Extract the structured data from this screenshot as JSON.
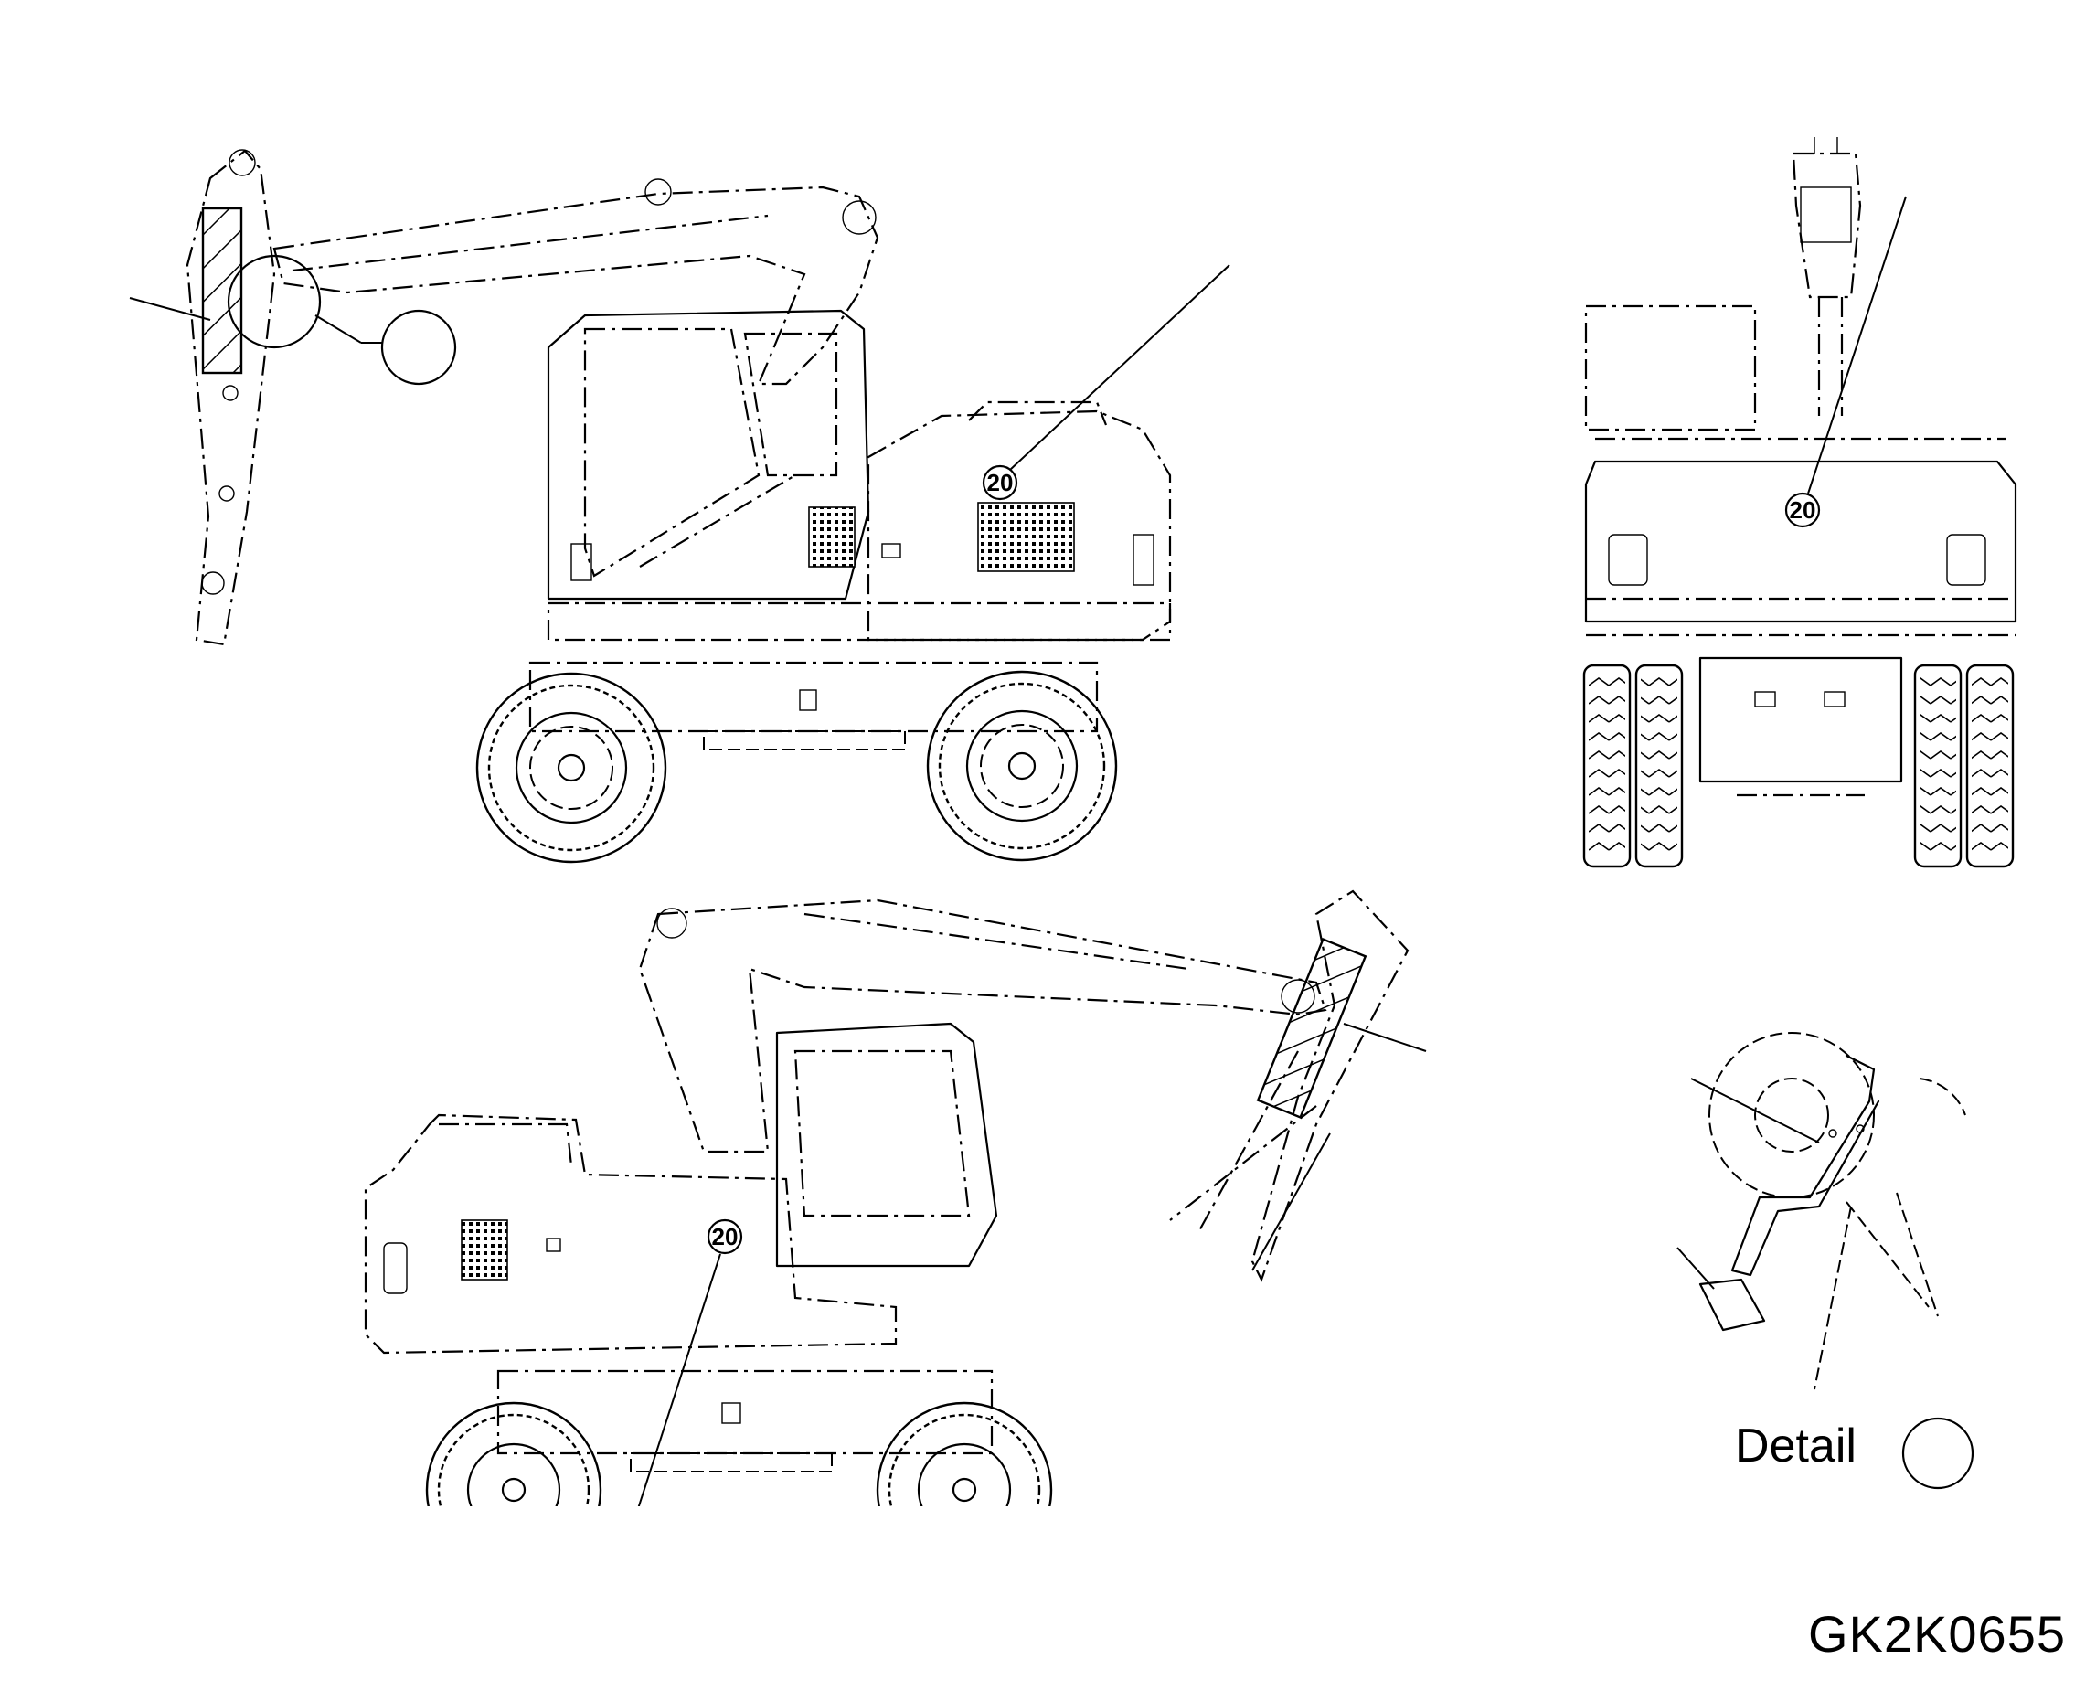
{
  "drawing": {
    "code": "GK2K0655",
    "detail_caption": "Detail",
    "callouts": [
      {
        "view": "left-side",
        "number": "20"
      },
      {
        "view": "rear",
        "number": "20"
      },
      {
        "view": "right-side",
        "number": "20"
      }
    ]
  }
}
